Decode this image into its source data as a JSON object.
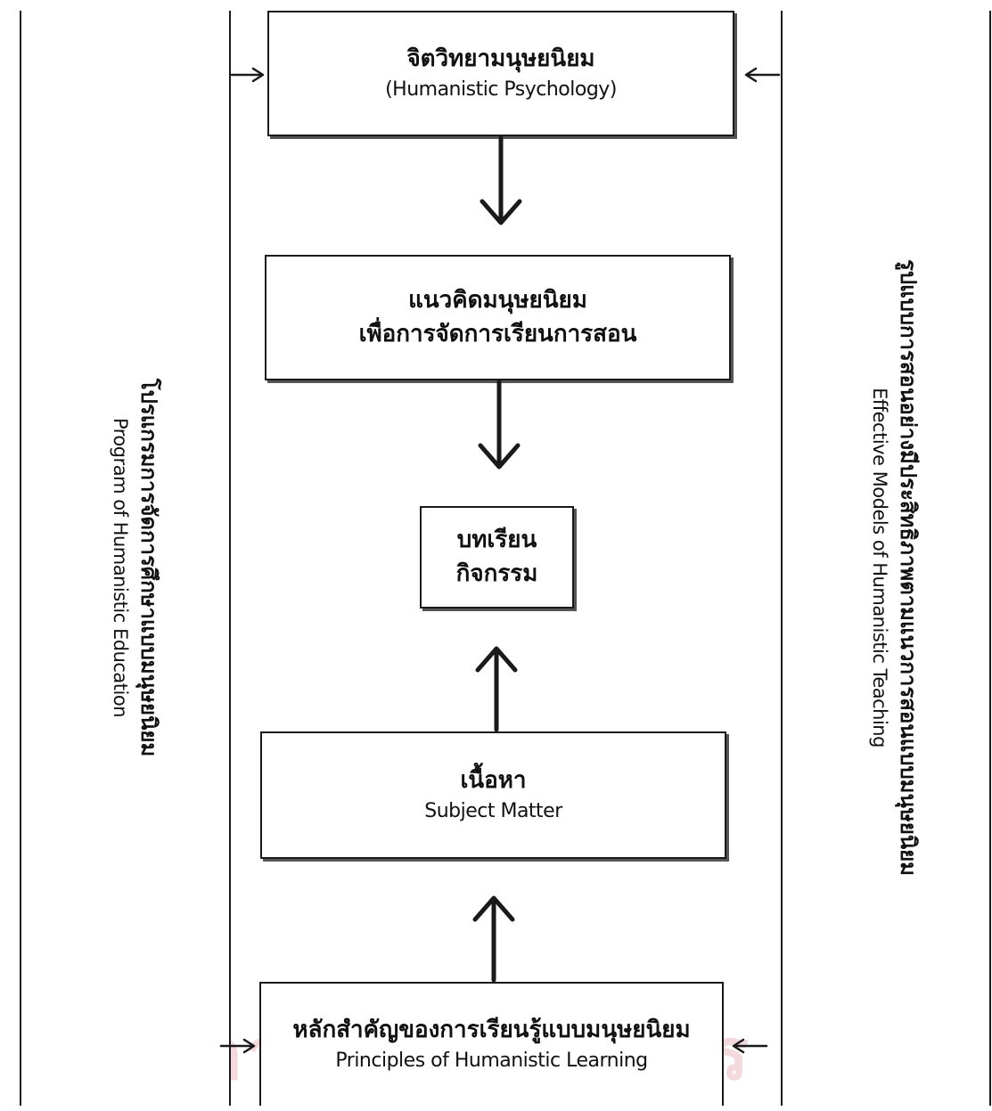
{
  "nodes": {
    "psychology": {
      "thai": "จิตวิทยามนุษยนิยม",
      "eng": "(Humanistic Psychology)"
    },
    "concept": {
      "thai_line1": "แนวคิดมนุษยนิยม",
      "thai_line2": "เพื่อการจัดการเรียนการสอน"
    },
    "lessons": {
      "thai_line1": "บทเรียน",
      "thai_line2": "กิจกรรม"
    },
    "subject": {
      "thai": "เนื้อหา",
      "eng": "Subject Matter"
    },
    "principles": {
      "thai": "หลักสำคัญของการเรียนรู้แบบมนุษยนิยม",
      "eng": "Principles of Humanistic Learning"
    }
  },
  "side_panels": {
    "left": {
      "thai": "โปรแกรมการจัดการศึกษาแบบมนุษยนิยม",
      "eng": "Program of Humanistic Education"
    },
    "right": {
      "thai": "รูปแบบการสอนอย่างมีประสิทธิภาพตามแนวการสอนแบบมนุษยนิยม",
      "eng": "Effective Models of Humanistic Teaching"
    }
  },
  "watermark": {
    "text": "สถาบันวิทยบริการ"
  },
  "colors": {
    "line": "#1a1a1a",
    "watermark": "#f3d9dc"
  }
}
